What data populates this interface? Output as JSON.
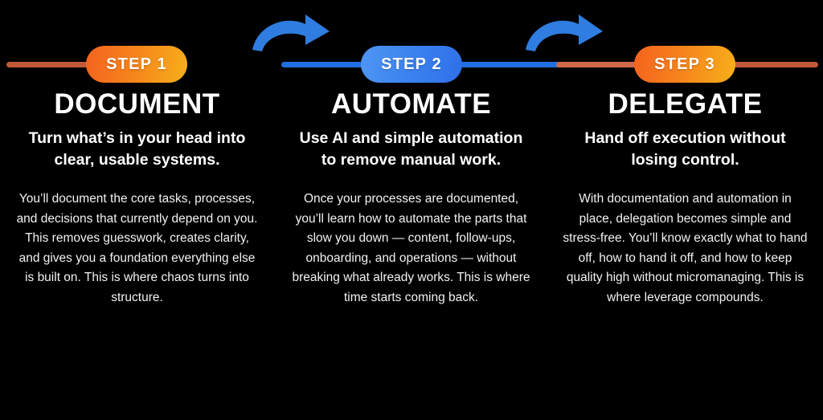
{
  "theme": {
    "background": "#000000",
    "text": "#ffffff",
    "accent_orange": "#f6821c",
    "accent_orange_deep": "#f4621f",
    "accent_yellow": "#f7b01a",
    "accent_blue": "#3b82f0",
    "rail_orange": "#c2593a",
    "rail_blue": "#1f6fe0",
    "arrow_blue": "#2f7de0"
  },
  "steps": [
    {
      "badge": "STEP 1",
      "title": "DOCUMENT",
      "subtitle": "Turn what’s in your head into clear, usable systems.",
      "body": "You’ll document the core tasks, processes, and decisions that currently depend on you. This removes guesswork, creates clarity, and gives you a foundation everything else is built on. This is where chaos turns into structure.",
      "badge_style": "orange"
    },
    {
      "badge": "STEP 2",
      "title": "AUTOMATE",
      "subtitle": "Use AI and simple automation to remove manual work.",
      "body": "Once your processes are documented, you’ll learn how to automate the parts that slow you down — content, follow-ups, onboarding, and operations — without breaking what already works. This is where time starts coming back.",
      "badge_style": "blue"
    },
    {
      "badge": "STEP 3",
      "title": "DELEGATE",
      "subtitle": "Hand off execution without losing control.",
      "body": "With documentation and automation in place, delegation becomes simple and stress-free. You’ll know exactly what to hand off, how to hand it off, and how to keep quality high without micromanaging. This is where leverage compounds.",
      "badge_style": "orange"
    }
  ],
  "connectors": {
    "arrow_1_label": "curved-arrow-step1-to-step2",
    "arrow_2_label": "curved-arrow-step2-to-step3"
  }
}
